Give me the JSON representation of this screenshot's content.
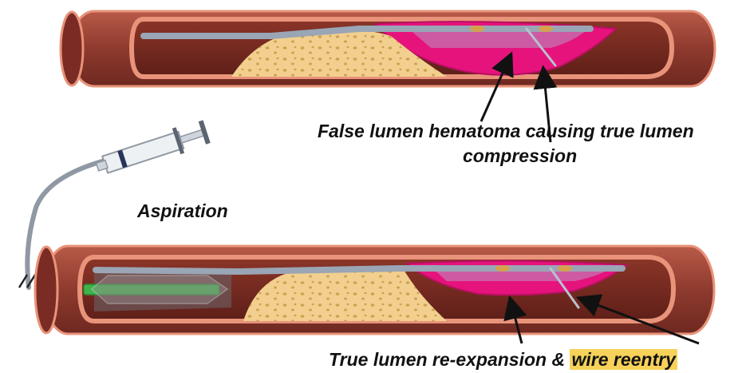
{
  "labels": {
    "hematoma_line1": "False lumen hematoma causing true lumen",
    "hematoma_line2": "compression",
    "aspiration": "Aspiration",
    "reexpansion_prefix": "True lumen re-expansion & ",
    "reexpansion_highlight": "wire reentry"
  },
  "colors": {
    "vessel_wall": "#a34b3c",
    "vessel_inner": "#7a2c24",
    "vessel_outline": "#e8937a",
    "plaque": "#f2cf8e",
    "plaque_dots": "#c9a34f",
    "hematoma": "#e6137c",
    "wire": "#9aa5b5",
    "balloon": "#3fb34a",
    "highlight": "#f7d25a"
  }
}
